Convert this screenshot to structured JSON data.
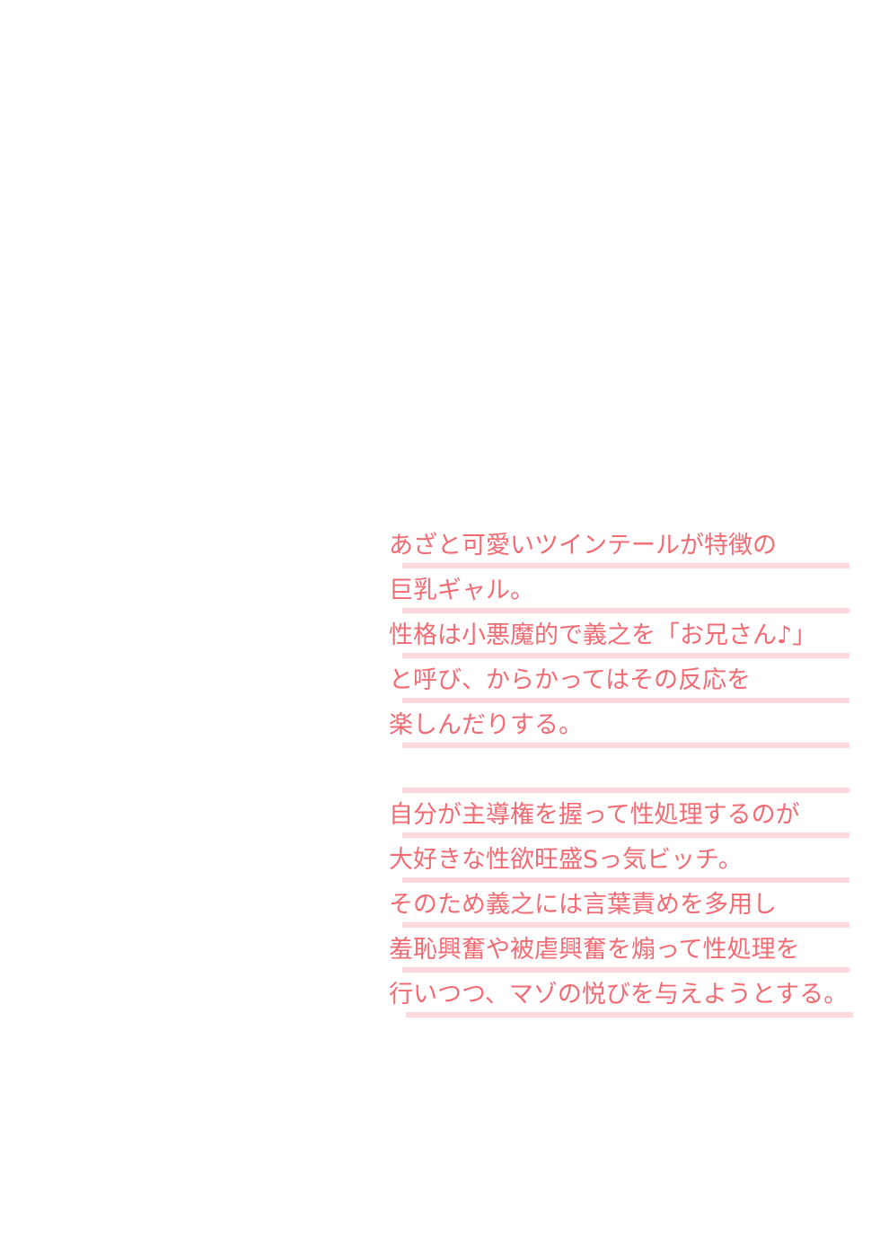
{
  "paragraph1": [
    "あざと可愛いツインテールが特徴の",
    "巨乳ギャル。",
    "性格は小悪魔的で義之を「お兄さん♪」",
    "と呼び、からかってはその反応を",
    "楽しんだりする。"
  ],
  "paragraph2": [
    "自分が主導権を握って性処理するのが",
    "大好きな性欲旺盛Sっ気ビッチ。",
    "そのため義之には言葉責めを多用し",
    "羞恥興奮や被虐興奮を煽って性処理を",
    "行いつつ、マゾの悦びを与えようとする。"
  ]
}
